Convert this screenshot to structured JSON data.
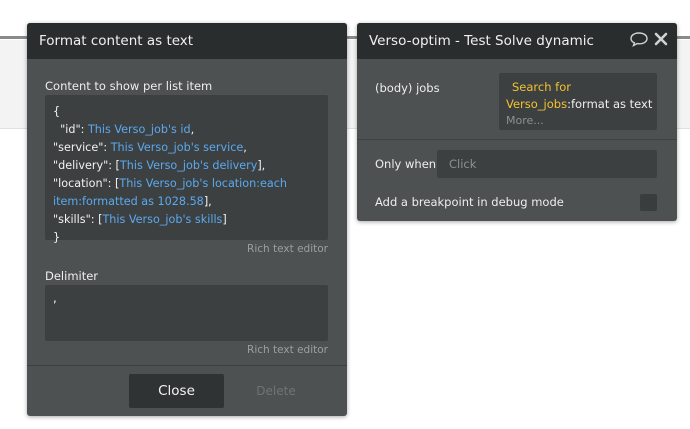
{
  "format_panel": {
    "title": "Format content as text",
    "content_label": "Content to show per list item",
    "code": [
      [
        {
          "t": "{",
          "c": "w"
        }
      ],
      [
        {
          "t": "  \"id\": ",
          "c": "w"
        },
        {
          "t": "This Verso_job's id",
          "c": "b"
        },
        {
          "t": ",",
          "c": "w"
        }
      ],
      [
        {
          "t": "\"service\": ",
          "c": "w"
        },
        {
          "t": "This Verso_job's service",
          "c": "b"
        },
        {
          "t": ",",
          "c": "w"
        }
      ],
      [
        {
          "t": "\"delivery\": [",
          "c": "w"
        },
        {
          "t": "This Verso_job's delivery",
          "c": "b"
        },
        {
          "t": "],",
          "c": "w"
        }
      ],
      [
        {
          "t": "\"location\": [",
          "c": "w"
        },
        {
          "t": "This Verso_job's location:each",
          "c": "b"
        }
      ],
      [
        {
          "t": "item:formatted as 1028.58",
          "c": "b"
        },
        {
          "t": "],",
          "c": "w"
        }
      ],
      [
        {
          "t": "\"skills\": [",
          "c": "w"
        },
        {
          "t": "This Verso_job's skills",
          "c": "b"
        },
        {
          "t": "]",
          "c": "w"
        }
      ],
      [
        {
          "t": "}",
          "c": "w"
        }
      ]
    ],
    "rich_text_editor_1": "Rich text editor",
    "delimiter_label": "Delimiter",
    "delimiter_value": ",",
    "rich_text_editor_2": "Rich text editor",
    "close_label": "Close",
    "delete_label": "Delete"
  },
  "dynamic_panel": {
    "title": "Verso-optim - Test Solve dynamic",
    "body_label": "(body) jobs",
    "expr_line1": "Search for",
    "expr_source": "Verso_jobs",
    "expr_op": ":format as text",
    "more_label": "More...",
    "only_when_label": "Only when",
    "only_when_placeholder": "Click",
    "breakpoint_label": "Add a breakpoint in debug mode"
  },
  "icons": {
    "comment": "comment-icon",
    "close": "close-icon"
  },
  "colors": {
    "panel_bg": "#4d5152",
    "header_bg": "#2a2d2e",
    "field_bg": "#3d4041",
    "dynamic_blue": "#5aa9f0",
    "dynamic_yellow": "#f2c230"
  }
}
